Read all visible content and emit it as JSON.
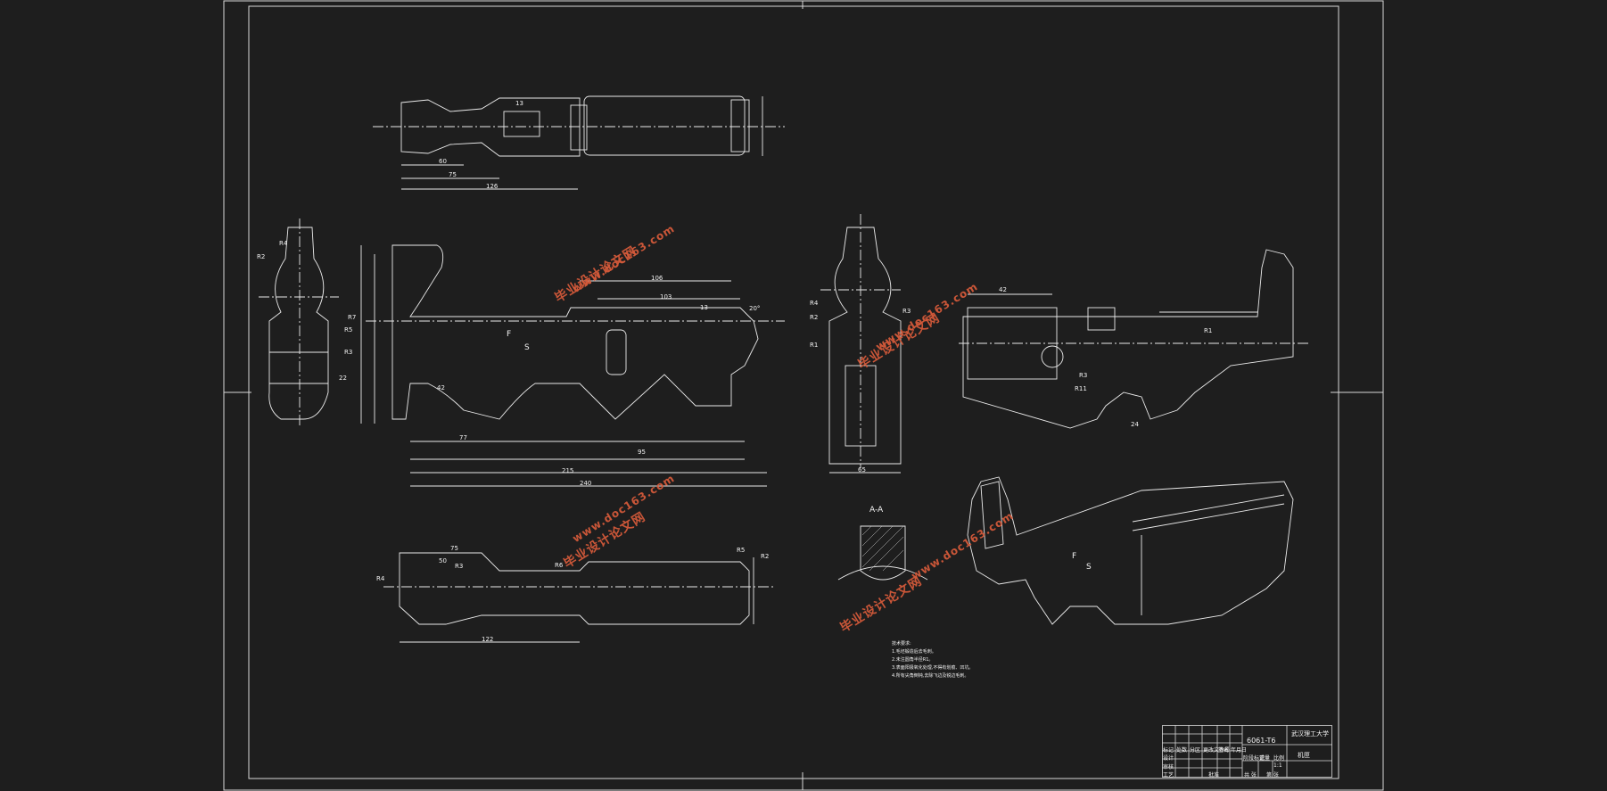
{
  "drawing": {
    "material_code": "6061-T6",
    "school": "武汉理工大学",
    "part_name": "机匣",
    "section_label": "A-A",
    "face_letters": [
      "F",
      "S"
    ],
    "watermark_cn": "毕业设计论文网",
    "watermark_url": "www.doc163.com"
  },
  "dimensions": {
    "top_view": [
      "13",
      "60",
      "75",
      "126"
    ],
    "side_view": [
      "106",
      "103",
      "13",
      "42",
      "77",
      "95",
      "215",
      "240",
      "20°"
    ],
    "end_view_left": [
      "R4",
      "R2",
      "R7",
      "R5",
      "R3",
      "22"
    ],
    "bottom_view": [
      "75",
      "50",
      "R4",
      "R3",
      "R6",
      "R5",
      "R2",
      "122"
    ],
    "end_view_right": [
      "R4",
      "R3",
      "R2",
      "R1",
      "65"
    ],
    "side_view_right": [
      "42",
      "24",
      "R3",
      "R1",
      "R11"
    ]
  },
  "notes": {
    "title": "技术要求:",
    "items": [
      "1.毛坯锻造后去毛刺。",
      "2.未注圆角半径R1。",
      "3.表面阳极氧化处理,不得有划痕、凹坑。",
      "4.所有尖角倒钝,去除飞边及锐边毛刺。"
    ]
  },
  "title_block": {
    "row_labels": [
      "标记",
      "处数",
      "分区",
      "更改文件号",
      "签名",
      "年月日"
    ],
    "stage_labels": [
      "阶段标记",
      "重量",
      "比例"
    ],
    "sheet_labels": [
      "共 张",
      "第 张"
    ],
    "scale": "1:1",
    "roles": [
      "设计",
      "审核",
      "工艺",
      "批准"
    ]
  }
}
